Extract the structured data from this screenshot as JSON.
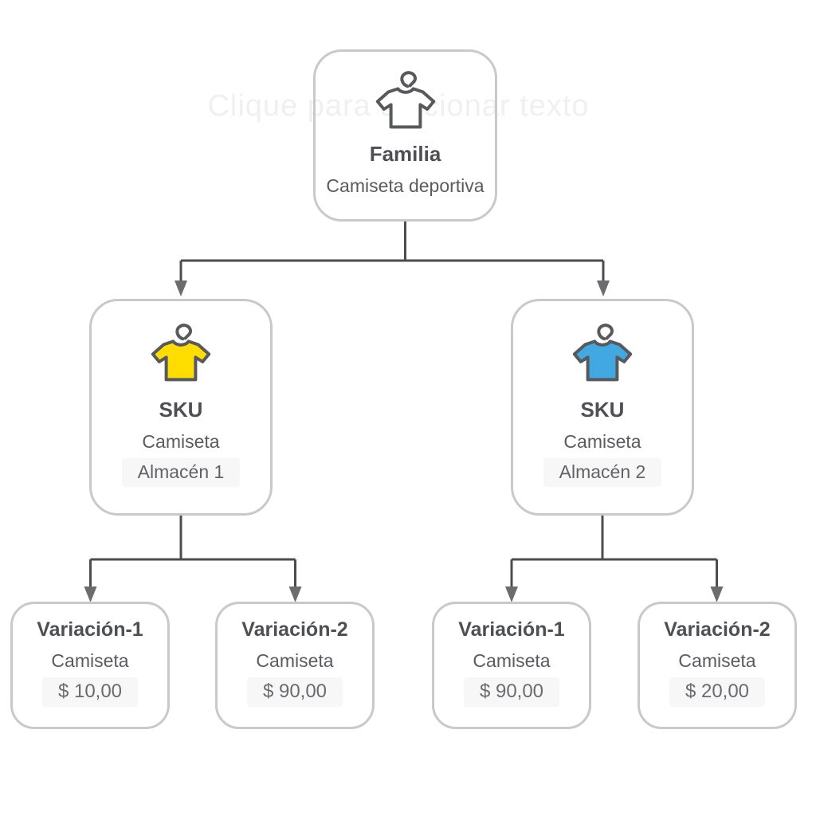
{
  "watermark": "Clique para adicionar texto",
  "colors": {
    "node_border": "#c9c9c9",
    "connector_line": "#4d4d4d",
    "arrowhead": "#6a6c6f",
    "title_text": "#4e4f54",
    "body_text": "#5a5b60",
    "shirt_outline": "#58595c",
    "family_shirt_fill": "#ffffff",
    "sku1_shirt_fill": "#ffdd00",
    "sku2_shirt_fill": "#41a8e1"
  },
  "family": {
    "title": "Familia",
    "subtitle": "Camiseta deportiva",
    "icon": "tshirt-on-hanger"
  },
  "skus": [
    {
      "title": "SKU",
      "product": "Camiseta",
      "warehouse": "Almacén 1",
      "icon": "tshirt-on-hanger-yellow"
    },
    {
      "title": "SKU",
      "product": "Camiseta",
      "warehouse": "Almacén 2",
      "icon": "tshirt-on-hanger-blue"
    }
  ],
  "variations": [
    {
      "title": "Variación-1",
      "product": "Camiseta",
      "price": "$ 10,00"
    },
    {
      "title": "Variación-2",
      "product": "Camiseta",
      "price": "$ 90,00"
    },
    {
      "title": "Variación-1",
      "product": "Camiseta",
      "price": "$ 90,00"
    },
    {
      "title": "Variación-2",
      "product": "Camiseta",
      "price": "$ 20,00"
    }
  ]
}
